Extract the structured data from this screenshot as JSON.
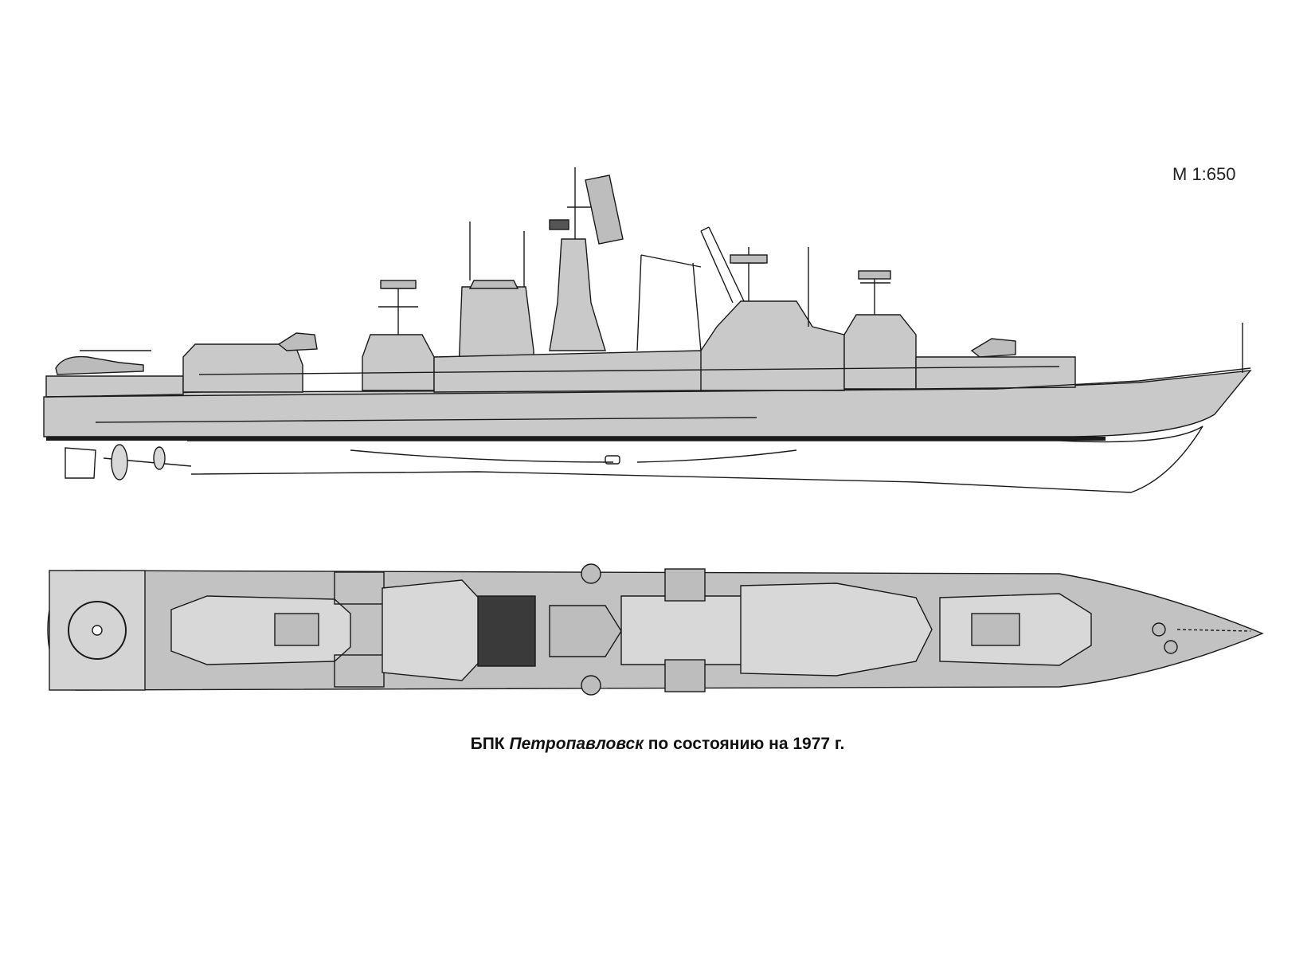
{
  "scale": "М 1:650",
  "caption": {
    "prefix": "БПК",
    "ship_name": "Петропавловск",
    "suffix": "по состоянию на 1977 г."
  },
  "colors": {
    "hull_fill": "#c9c9c9",
    "deck_fill": "#c2c2c2",
    "line": "#1a1a1a",
    "dark_stripe": "#1a1a1a"
  }
}
